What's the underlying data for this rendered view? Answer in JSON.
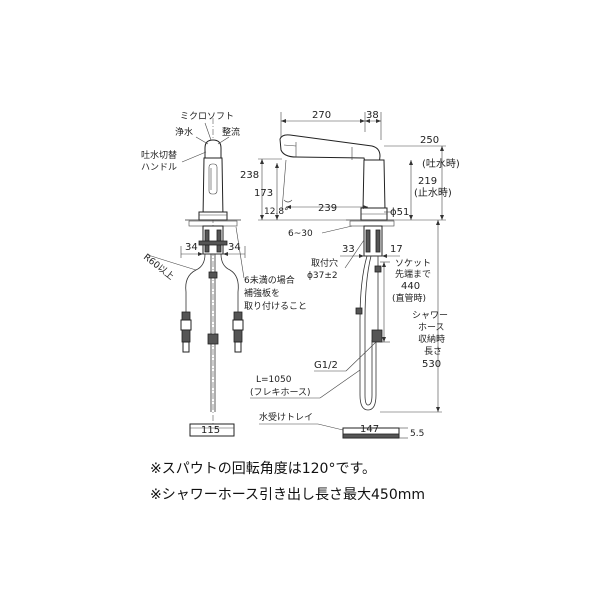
{
  "side_view": {
    "micro_soft": "ミクロソフト",
    "clean_water": "浄水",
    "straight_flow": "整流",
    "handle_label_1": "吐水切替",
    "handle_label_2": "ハンドル",
    "dim_34_left": "34",
    "dim_34_right": "34",
    "radius": "R60以上",
    "note_1": "6未満の場合",
    "note_2": "補強板を",
    "note_3": "取り付けること",
    "base_width": "115"
  },
  "front_view": {
    "dim_270": "270",
    "dim_38": "38",
    "dim_250": "250",
    "dim_250_note": "(吐水時)",
    "dim_219": "219",
    "dim_219_note": "(止水時)",
    "dim_238": "238",
    "dim_173": "173",
    "angle": "12.8°",
    "dim_239": "239",
    "diameter_51": "ϕ51",
    "dim_6_30": "6~30",
    "dim_33": "33",
    "dim_17": "17",
    "mount_hole_1": "取付穴",
    "mount_hole_2": "ϕ37±2",
    "socket_1": "ソケット",
    "socket_2": "先端まで",
    "socket_3": "440",
    "socket_4": "(直管時)",
    "shower_1": "シャワー",
    "shower_2": "ホース",
    "shower_3": "収納時",
    "shower_4": "長さ",
    "shower_5": "530",
    "thread": "G1/2",
    "hose_length": "L=1050",
    "hose_type": "(フレキホース)",
    "tray": "水受けトレイ",
    "tray_width": "147",
    "tray_height": "5.5"
  },
  "notes": [
    "※スパウトの回転角度は120°です。",
    "※シャワーホース引き出し長さ最大450mm"
  ]
}
